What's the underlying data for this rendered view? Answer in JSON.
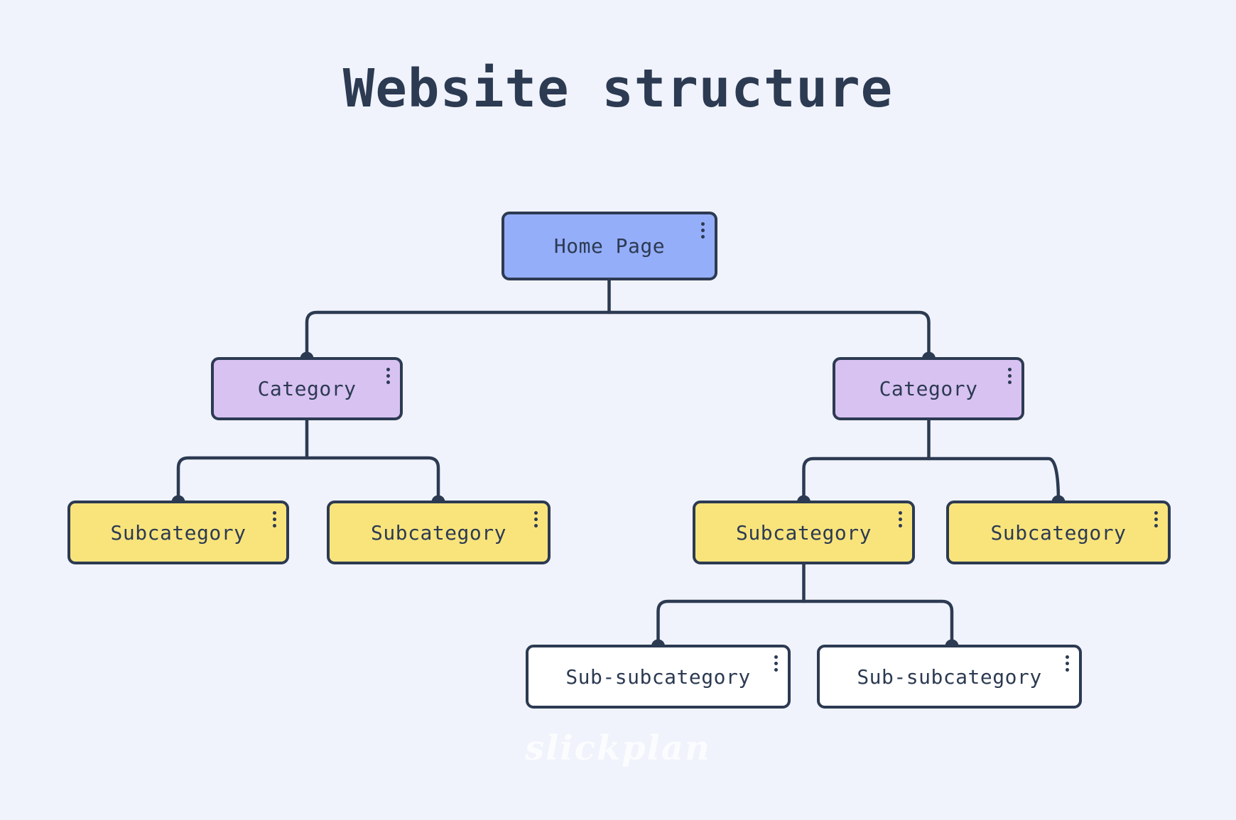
{
  "title": "Website structure",
  "watermark": "slickplan",
  "colors": {
    "background": "#f0f3fb",
    "line": "#2c3a52",
    "text": "#2c3a52",
    "home-fill": "#95aefa",
    "category-fill": "#d8c2f2",
    "subcategory-fill": "#f9e47c",
    "subsubcategory-fill": "#ffffff"
  },
  "nodes": {
    "home": {
      "label": "Home Page"
    },
    "category_left": {
      "label": "Category"
    },
    "category_right": {
      "label": "Category"
    },
    "subcategory_left_1": {
      "label": "Subcategory"
    },
    "subcategory_left_2": {
      "label": "Subcategory"
    },
    "subcategory_right_1": {
      "label": "Subcategory"
    },
    "subcategory_right_2": {
      "label": "Subcategory"
    },
    "subsubcategory_left": {
      "label": "Sub-subcategory"
    },
    "subsubcategory_right": {
      "label": "Sub-subcategory"
    }
  }
}
